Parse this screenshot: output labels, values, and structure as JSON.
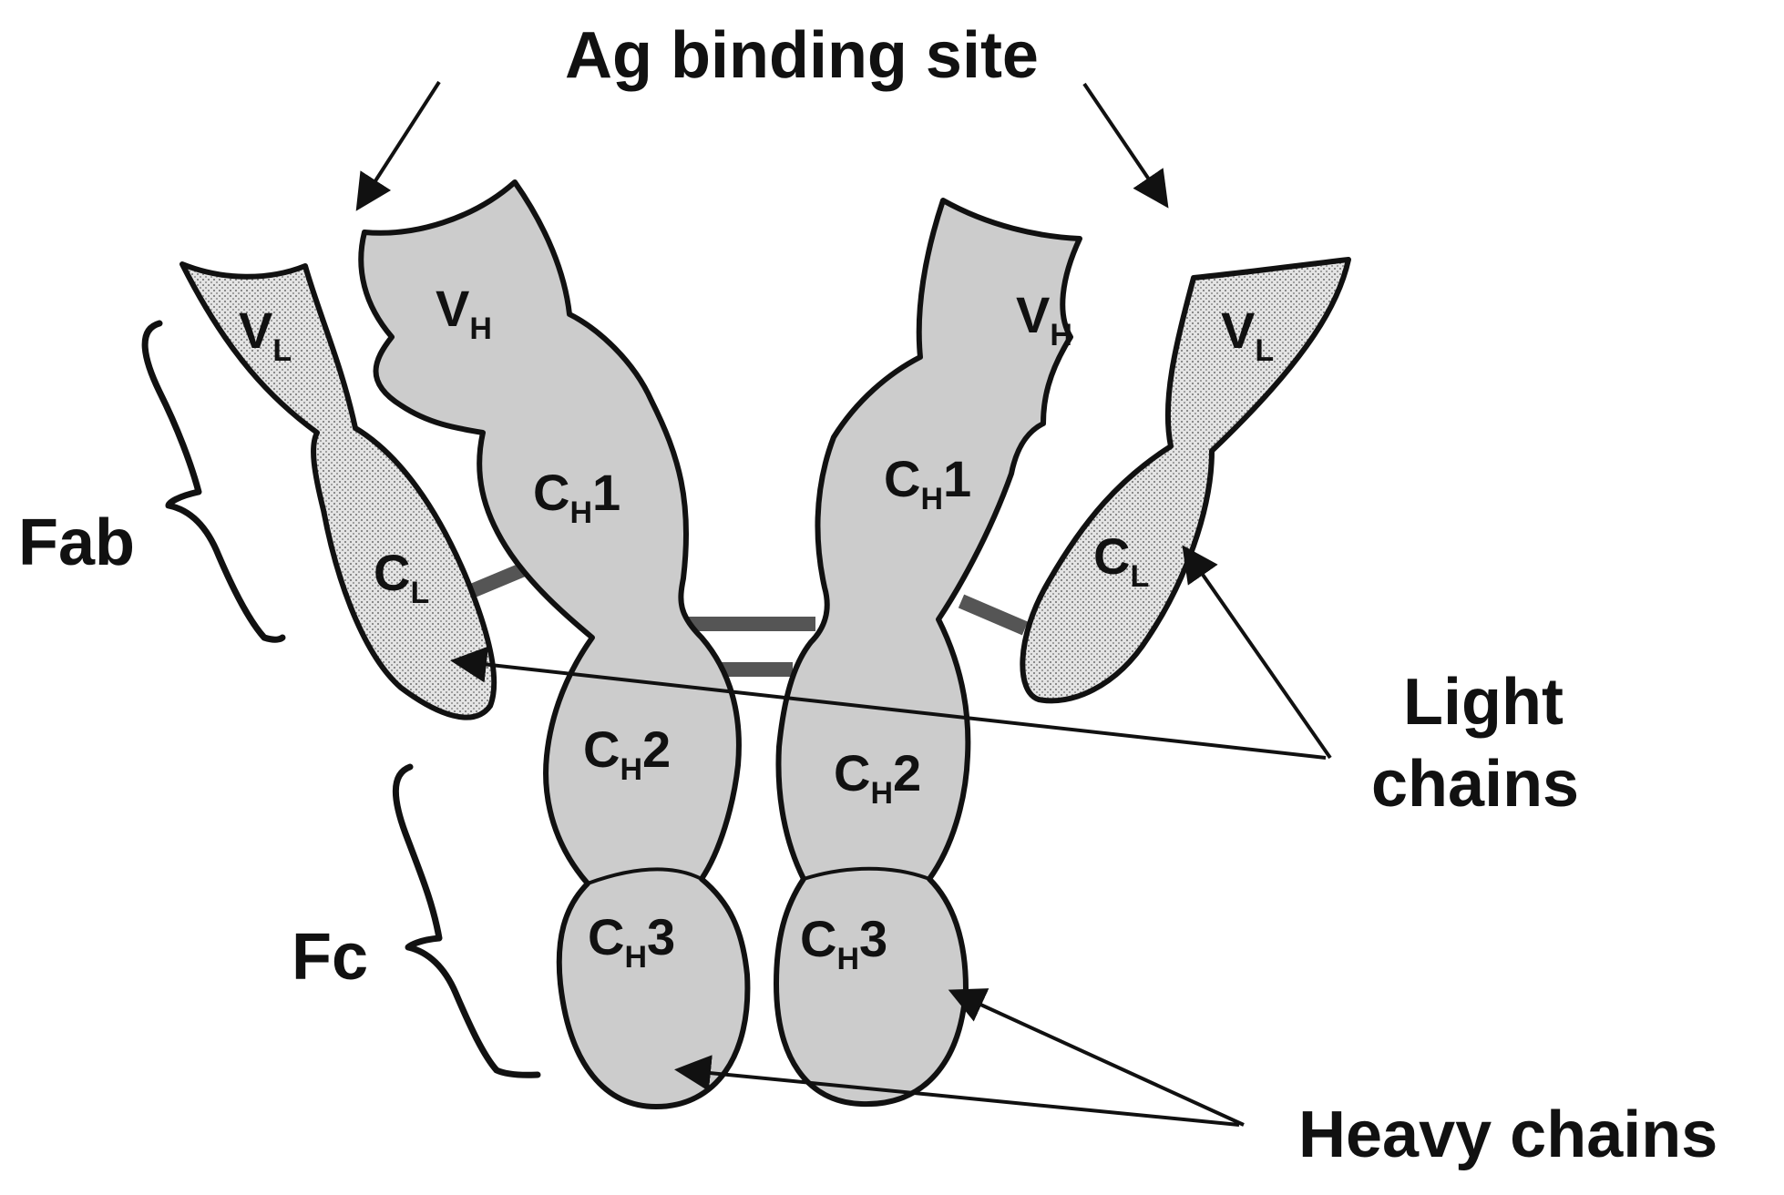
{
  "labels": {
    "ag_binding_site": "Ag binding site",
    "fab": "Fab",
    "fc": "Fc",
    "light_chains_1": "Light",
    "light_chains_2": "chains",
    "heavy_chains": "Heavy chains"
  },
  "domains": {
    "v_main": "V",
    "c_main": "C",
    "h_sub": "H",
    "l_sub": "L",
    "ch1_num": "1",
    "ch2_num": "2",
    "ch3_num": "3"
  },
  "colors": {
    "heavy_fill": "#cccccc",
    "light_fill": "#e2e2e2",
    "outline": "#111111",
    "bond": "#555555"
  }
}
